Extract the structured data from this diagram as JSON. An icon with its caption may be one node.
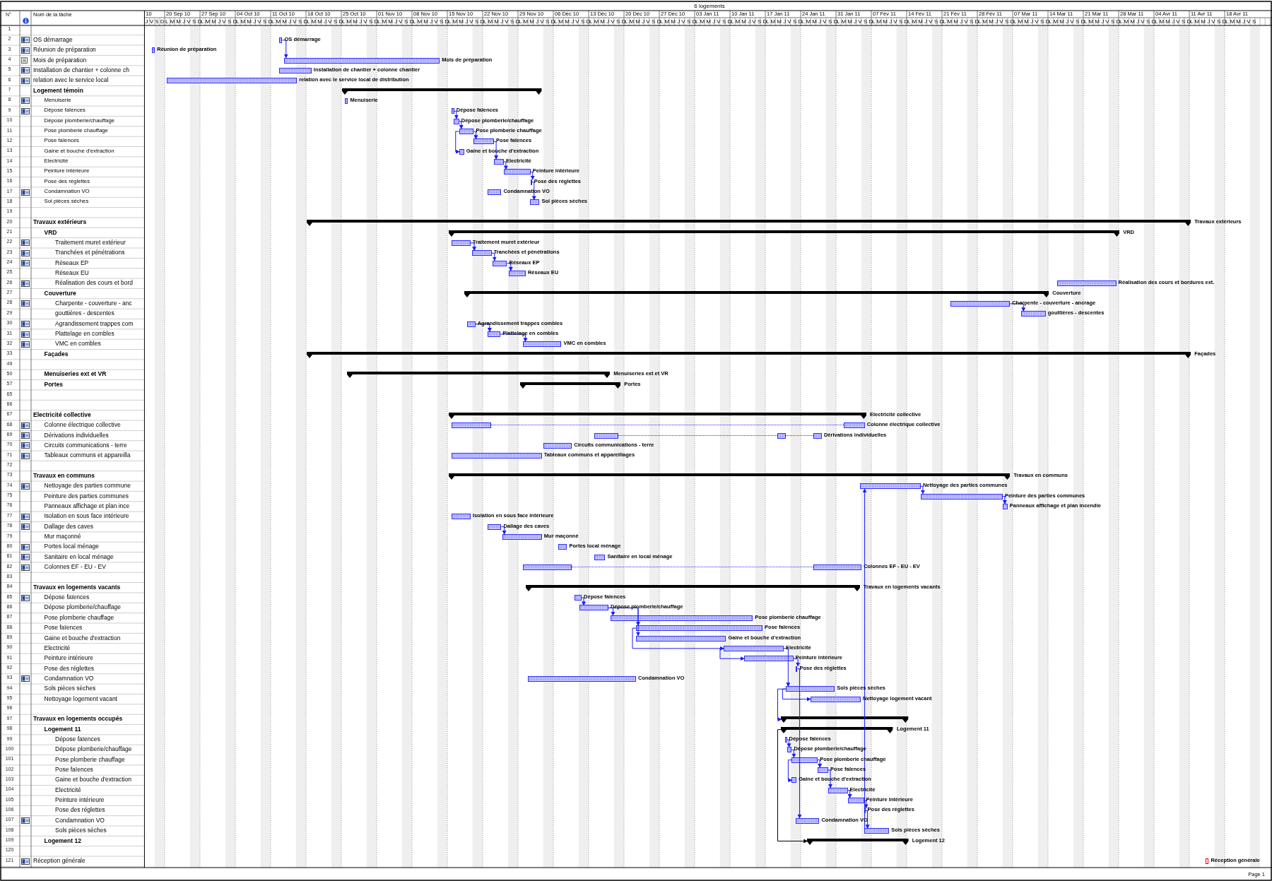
{
  "diagram": {
    "title": "6 logements",
    "nodes": [
      {
        "text": [],
        "shape": "bar",
        "beside": [
          "OS démarrage"
        ]
      },
      {
        "text": [],
        "shape": "bar",
        "beside": [
          "Réunion de préparation"
        ]
      },
      {
        "text": [],
        "shape": "bar",
        "beside": [
          "Mois de préparation"
        ]
      },
      {
        "text": [],
        "shape": "bar",
        "beside": [
          "Installation de chantier + colonne chantier"
        ]
      },
      {
        "text": [],
        "shape": "bar",
        "beside": [
          "relation avec le service local de distribution"
        ]
      },
      {
        "text": [],
        "shape": "bar"
      },
      {
        "text": [],
        "shape": "bar",
        "beside": [
          "Menuiserie"
        ]
      },
      {
        "text": [],
        "shape": "bar",
        "beside": [
          "Dépose faïences"
        ]
      },
      {
        "text": [],
        "shape": "bar",
        "beside": [
          "Dépose plomberie/chauffage"
        ]
      },
      {
        "text": [],
        "shape": "bar",
        "beside": [
          "Pose plomberie chauffage"
        ]
      },
      {
        "text": [],
        "shape": "bar",
        "beside": [
          "Pose faïences"
        ]
      },
      {
        "text": [],
        "shape": "bar",
        "beside": [
          "Gaine et bouche d'extraction"
        ]
      },
      {
        "text": [],
        "shape": "bar",
        "beside": [
          "Electricité"
        ]
      },
      {
        "text": [],
        "shape": "bar",
        "beside": [
          "Peinture intérieure"
        ]
      },
      {
        "text": [],
        "shape": "bar",
        "beside": [
          "Pose des réglettes"
        ]
      },
      {
        "text": [],
        "shape": "bar",
        "beside": [
          "Condamnation VO"
        ]
      },
      {
        "text": [],
        "shape": "bar",
        "beside": [
          "Sol pièces sèches"
        ]
      },
      {
        "text": [],
        "shape": "bar",
        "beside": [
          "Travaux extérieurs"
        ]
      },
      {
        "text": [],
        "shape": "bar",
        "beside": [
          "VRD"
        ]
      },
      {
        "text": [],
        "shape": "bar",
        "beside": [
          "Traitement muret extérieur"
        ]
      },
      {
        "text": [],
        "shape": "bar",
        "beside": [
          "Tranchées et pénétrations"
        ]
      },
      {
        "text": [],
        "shape": "bar",
        "beside": [
          "Réseaux EP"
        ]
      },
      {
        "text": [],
        "shape": "bar",
        "beside": [
          "Réseaux EU"
        ]
      },
      {
        "text": [],
        "shape": "bar",
        "beside": [
          "Réalisation des cours et bordures ext."
        ]
      },
      {
        "text": [],
        "shape": "bar",
        "beside": [
          "Couverture"
        ]
      },
      {
        "text": [],
        "shape": "bar",
        "beside": [
          "Charpente - couverture - ancrage"
        ]
      },
      {
        "text": [],
        "shape": "bar",
        "beside": [
          "gouttières - descentes"
        ]
      },
      {
        "text": [],
        "shape": "bar",
        "beside": [
          "Agrandissement trappes combles"
        ]
      },
      {
        "text": [],
        "shape": "bar",
        "beside": [
          "Plattelage en combles"
        ]
      },
      {
        "text": [],
        "shape": "bar",
        "beside": [
          "VMC en combles"
        ]
      },
      {
        "text": [],
        "shape": "bar",
        "beside": [
          "Façades"
        ]
      },
      {
        "text": [],
        "shape": "bar",
        "beside": [
          "Menuiseries ext et VR"
        ]
      },
      {
        "text": [],
        "shape": "bar",
        "beside": [
          "Portes"
        ]
      },
      {
        "text": [],
        "shape": "bar",
        "beside": [
          "Electricité collective"
        ]
      },
      {
        "text": [],
        "shape": "bar",
        "beside": [
          "Colonne électrique collective"
        ]
      },
      {
        "text": [],
        "shape": "bar",
        "beside": [
          "Dérivations individuelles"
        ]
      },
      {
        "text": [],
        "shape": "bar",
        "beside": [
          "Circuits communications - terre"
        ]
      },
      {
        "text": [],
        "shape": "bar",
        "beside": [
          "Tableaux communs et appareillages"
        ]
      },
      {
        "text": [],
        "shape": "bar",
        "beside": [
          "Travaux en communs"
        ]
      },
      {
        "text": [],
        "shape": "bar",
        "beside": [
          "Nettoyage des parties communes"
        ]
      },
      {
        "text": [],
        "shape": "bar",
        "beside": [
          "Peinture des parties communes"
        ]
      },
      {
        "text": [],
        "shape": "bar",
        "beside": [
          "Panneaux affichage et plan incendie"
        ]
      },
      {
        "text": [],
        "shape": "bar",
        "beside": [
          "Isolation en sous face intérieure"
        ]
      },
      {
        "text": [],
        "shape": "bar",
        "beside": [
          "Dallage des caves"
        ]
      },
      {
        "text": [],
        "shape": "bar",
        "beside": [
          "Mur maçonné"
        ]
      },
      {
        "text": [],
        "shape": "bar",
        "beside": [
          "Portes local ménage"
        ]
      },
      {
        "text": [],
        "shape": "bar",
        "beside": [
          "Sanitaire en local ménage"
        ]
      },
      {
        "text": [],
        "shape": "bar",
        "beside": [
          "Colonnes EF - EU - EV"
        ]
      },
      {
        "text": [],
        "shape": "bar",
        "beside": [
          "Travaux en logements vacants"
        ]
      },
      {
        "text": [],
        "shape": "bar",
        "beside": [
          "Dépose faïences"
        ]
      },
      {
        "text": [],
        "shape": "bar",
        "beside": [
          "Dépose plomberie/chauffage"
        ]
      },
      {
        "text": [],
        "shape": "bar",
        "beside": [
          "Pose plomberie chauffage"
        ]
      },
      {
        "text": [],
        "shape": "bar",
        "beside": [
          "Pose faïences"
        ]
      },
      {
        "text": [],
        "shape": "bar",
        "beside": [
          "Gaine et bouche d'extraction"
        ]
      },
      {
        "text": [],
        "shape": "bar",
        "beside": [
          "Electricité"
        ]
      },
      {
        "text": [],
        "shape": "bar",
        "beside": [
          "Peinture intérieure"
        ]
      },
      {
        "text": [],
        "shape": "bar",
        "beside": [
          "Pose des réglettes"
        ]
      },
      {
        "text": [],
        "shape": "bar",
        "beside": [
          "Condamnation VO"
        ]
      },
      {
        "text": [],
        "shape": "bar",
        "beside": [
          "Sols pièces sèches"
        ]
      },
      {
        "text": [],
        "shape": "bar",
        "beside": [
          "Nettoyage logement vacant"
        ]
      },
      {
        "text": [],
        "shape": "bar"
      },
      {
        "text": [],
        "shape": "bar",
        "beside": [
          "Logement 11"
        ]
      },
      {
        "text": [],
        "shape": "bar",
        "beside": [
          "Dépose faïences"
        ]
      },
      {
        "text": [],
        "shape": "bar",
        "beside": [
          "Dépose plomberie/chauffage"
        ]
      },
      {
        "text": [],
        "shape": "bar",
        "beside": [
          "Pose plomberie chauffage"
        ]
      },
      {
        "text": [],
        "shape": "bar",
        "beside": [
          "Pose faïences"
        ]
      },
      {
        "text": [],
        "shape": "bar",
        "beside": [
          "Gaine et bouche d'extraction"
        ]
      },
      {
        "text": [],
        "shape": "bar",
        "beside": [
          "Electricité"
        ]
      },
      {
        "text": [],
        "shape": "bar",
        "beside": [
          "Peinture intérieure"
        ]
      },
      {
        "text": [],
        "shape": "bar",
        "beside": [
          "Pose des réglettes"
        ]
      },
      {
        "text": [],
        "shape": "bar",
        "beside": [
          "Condamnation VO"
        ]
      },
      {
        "text": [],
        "shape": "bar",
        "beside": [
          "Sols pièces sèches"
        ]
      },
      {
        "text": [],
        "shape": "bar",
        "beside": [
          "Logement 12"
        ]
      },
      {
        "text": [],
        "shape": "bar",
        "beside": [
          "Réception générale"
        ]
      }
    ],
    "edges": [
      {
        "from": 0,
        "to": 2,
        "arrow": "to"
      },
      {
        "from": 7,
        "to": 8,
        "arrow": "to"
      },
      {
        "from": 8,
        "to": 9,
        "arrow": "to"
      },
      {
        "from": 9,
        "to": 10,
        "arrow": "to"
      },
      {
        "from": 9,
        "to": 11,
        "arrow": "to"
      },
      {
        "from": 10,
        "to": 12,
        "arrow": "to"
      },
      {
        "from": 12,
        "to": 13,
        "arrow": "to"
      },
      {
        "from": 13,
        "to": 14,
        "arrow": "to"
      },
      {
        "from": 14,
        "to": 16,
        "arrow": "to"
      },
      {
        "from": 19,
        "to": 20,
        "arrow": "to"
      },
      {
        "from": 20,
        "to": 21,
        "arrow": "to"
      },
      {
        "from": 21,
        "to": 22,
        "arrow": "to"
      },
      {
        "from": 25,
        "to": 26,
        "arrow": "to"
      },
      {
        "from": 27,
        "to": 28,
        "arrow": "to"
      },
      {
        "from": 28,
        "to": 29,
        "arrow": "to"
      },
      {
        "from": 39,
        "to": 40,
        "arrow": "to"
      },
      {
        "from": 40,
        "to": 41,
        "arrow": "to"
      },
      {
        "from": 43,
        "to": 44,
        "arrow": "to"
      },
      {
        "from": 49,
        "to": 50,
        "arrow": "to"
      },
      {
        "from": 50,
        "to": 51,
        "arrow": "to"
      },
      {
        "from": 50,
        "to": 52,
        "arrow": "to"
      },
      {
        "from": 50,
        "to": 53,
        "arrow": "to"
      },
      {
        "from": 52,
        "to": 54,
        "arrow": "to"
      },
      {
        "from": 54,
        "to": 55,
        "arrow": "to"
      },
      {
        "from": 55,
        "to": 56,
        "arrow": "to"
      },
      {
        "from": 54,
        "to": 58,
        "arrow": "to"
      },
      {
        "from": 58,
        "to": 59,
        "arrow": "to"
      },
      {
        "from": 58,
        "to": 60,
        "arrow": "to"
      },
      {
        "from": 56,
        "to": 70,
        "arrow": "to"
      },
      {
        "from": 62,
        "to": 63,
        "arrow": "to"
      },
      {
        "from": 63,
        "to": 64,
        "arrow": "to"
      },
      {
        "from": 64,
        "to": 65,
        "arrow": "to"
      },
      {
        "from": 64,
        "to": 66,
        "arrow": "to"
      },
      {
        "from": 65,
        "to": 67,
        "arrow": "to"
      },
      {
        "from": 67,
        "to": 68,
        "arrow": "to"
      },
      {
        "from": 68,
        "to": 69,
        "arrow": "to"
      },
      {
        "from": 69,
        "to": 71,
        "arrow": "to"
      },
      {
        "from": 61,
        "to": 72,
        "arrow": "to",
        "color": "#000000"
      },
      {
        "from": 71,
        "to": 39,
        "arrow": "to"
      }
    ],
    "labels": [
      "N°",
      "Nom de la tâche",
      "1",
      "2",
      "OS démarrage",
      "3",
      "Réunion de préparation",
      "4",
      "Mois de préparation",
      "5",
      "Installation de chantier + colonne ch",
      "6",
      "relation avec le service local",
      "7",
      "Logement témoin",
      "8",
      "Menuiserie",
      "9",
      "Dépose faïences",
      "10",
      "Dépose plomberie/chauffage",
      "11",
      "Pose plomberie chauffage",
      "12",
      "Pose faïences",
      "13",
      "Gaine et bouche d'extraction",
      "14",
      "Electricité",
      "15",
      "Peinture intérieure",
      "16",
      "Pose des réglettes",
      "17",
      "Condamnation VO",
      "18",
      "Sol pièces sèches",
      "19",
      "20",
      "Travaux extérieurs",
      "21",
      "VRD",
      "22",
      "Traitement muret extérieur",
      "23",
      "Tranchées et pénétrations",
      "24",
      "Réseaux EP",
      "25",
      "Réseaux EU",
      "26",
      "Réalisation des cours et bord",
      "27",
      "Couverture",
      "28",
      "Charpente - couverture - anc",
      "29",
      "gouttières - descentes",
      "30",
      "Agrandissement trappes com",
      "31",
      "Plattelage en combles",
      "32",
      "VMC en combles",
      "33",
      "Façades",
      "49",
      "50",
      "Menuiseries ext et VR",
      "57",
      "Portes",
      "65",
      "66",
      "67",
      "Electricité collective",
      "68",
      "Colonne électrique collective",
      "69",
      "Dérivations individuelles",
      "70",
      "Circuits communications - terre",
      "71",
      "Tableaux communs et appareilla",
      "72",
      "73",
      "Travaux en communs",
      "74",
      "Nettoyage des parties commune",
      "75",
      "Peinture des parties communes",
      "76",
      "Panneaux affichage et plan ince",
      "77",
      "Isolation en sous face intérieure",
      "78",
      "Dallage des caves",
      "79",
      "Mur maçonné",
      "80",
      "Portes local ménage",
      "81",
      "Sanitaire en local ménage",
      "82",
      "Colonnes EF - EU - EV",
      "83",
      "84",
      "Travaux en logements vacants",
      "85",
      "Dépose faïences",
      "86",
      "Dépose plomberie/chauffage",
      "87",
      "Pose plomberie chauffage",
      "88",
      "Pose faïences",
      "89",
      "Gaine et bouche d'extraction",
      "90",
      "Electricité",
      "91",
      "Peinture intérieure",
      "92",
      "Pose des réglettes",
      "93",
      "Condamnation VO",
      "94",
      "Sols pièces sèches",
      "95",
      "Nettoyage logement vacant",
      "96",
      "97",
      "Travaux en logements occupés",
      "98",
      "Logement 11",
      "99",
      "Dépose faïences",
      "100",
      "Dépose plomberie/chauffage",
      "101",
      "Pose plomberie chauffage",
      "102",
      "Pose faïences",
      "103",
      "Gaine et bouche d'extraction",
      "104",
      "Electricité",
      "105",
      "Peinture intérieure",
      "106",
      "Pose des réglettes",
      "107",
      "Condamnation VO",
      "108",
      "Sols pièces sèches",
      "109",
      "Logement 12",
      "120",
      "121",
      "Réception générale",
      "10",
      "20 Sep 10",
      "27 Sep 10",
      "04 Oct 10",
      "11 Oct 10",
      "18 Oct 10",
      "25 Oct 10",
      "01 Nov 10",
      "08 Nov 10",
      "15 Nov 10",
      "22 Nov 10",
      "29 Nov 10",
      "06 Déc 10",
      "13 Déc 10",
      "20 Déc 10",
      "27 Déc 10",
      "03 Jan 11",
      "10 Jan 11",
      "17 Jan 11",
      "24 Jan 11",
      "31 Jan 11",
      "07 Fév 11",
      "14 Fév 11",
      "21 Fév 11",
      "28 Fév 11",
      "07 Mar 11",
      "14 Mar 11",
      "21 Mar 11",
      "28 Mar 11",
      "04 Avr 11",
      "11 Avr 11",
      "18 Avr 11",
      "J V S D",
      "L M M J V S D",
      "L M M J V S D",
      "L M M J V S D",
      "L M M J V S D",
      "L M M J V S D",
      "L M M J V S D",
      "L M M J V S D",
      "L M M J V S D",
      "L M M J V S D",
      "L M M J V S D",
      "L M M J V S D",
      "L M M J V S D",
      "L M M J V S D",
      "L M M J V S D",
      "L M M J V S D",
      "L M M J V S D",
      "L M M J V S D",
      "L M M J V S D",
      "L M M J V S D",
      "L M M J V S D",
      "L M M J V S D",
      "L M M J V S D",
      "L M M J V S D",
      "L M M J V S D",
      "L M M J V S D",
      "L M M J V S D",
      "L M M J V S D",
      "L M M J V S D",
      "L M M J V S D",
      "L M M J V S D",
      "L M M J V S",
      "Page 1"
    ]
  }
}
